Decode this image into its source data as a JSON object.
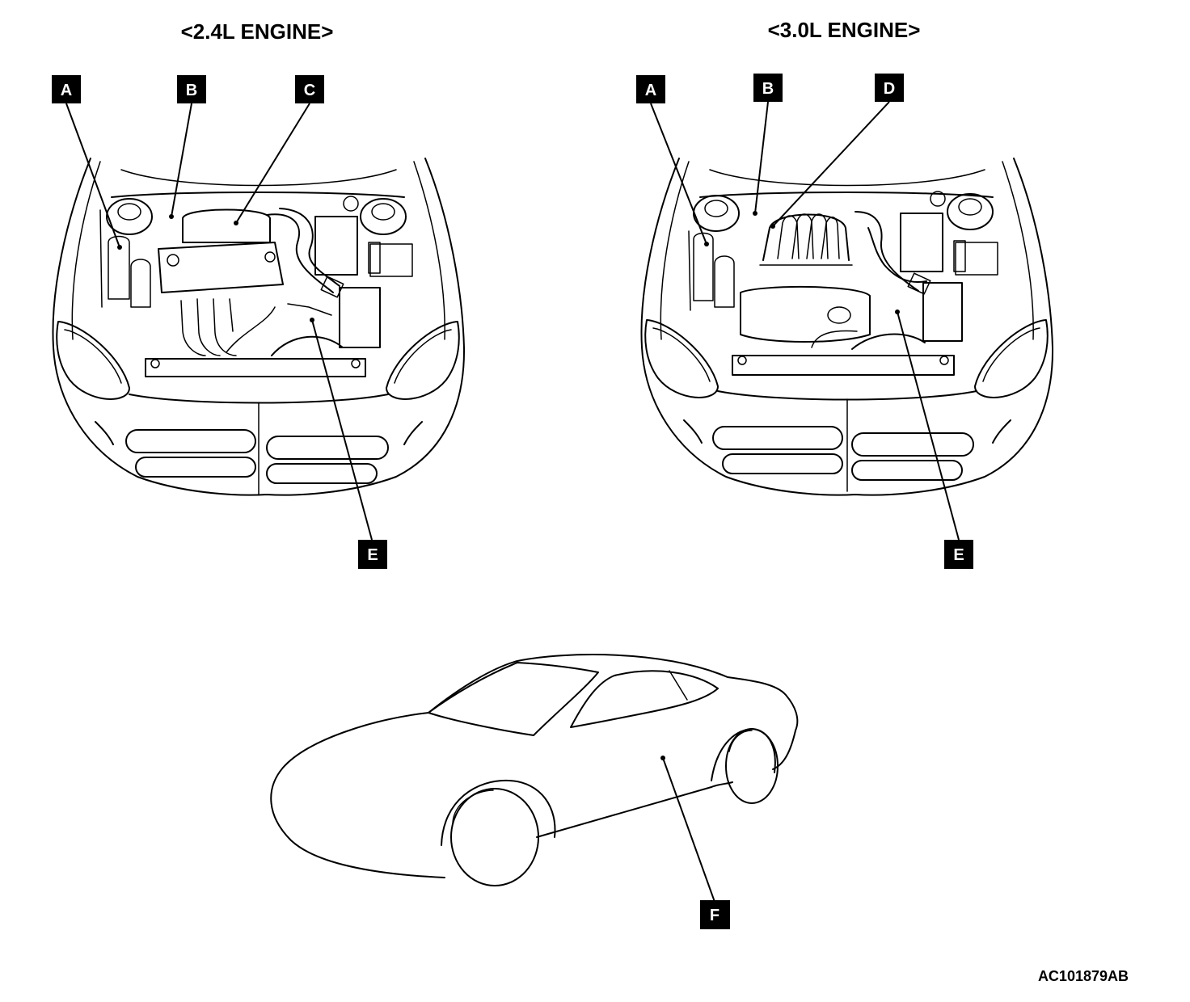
{
  "diagram": {
    "left_view": {
      "title": "<2.4L ENGINE>"
    },
    "right_view": {
      "title": "<3.0L ENGINE>"
    },
    "left_tags": {
      "a": "A",
      "b": "B",
      "c": "C",
      "e": "E"
    },
    "right_tags": {
      "a": "A",
      "b": "B",
      "d": "D",
      "e": "E"
    },
    "body_tag": {
      "f": "F"
    },
    "figure_code": "AC101879AB"
  }
}
